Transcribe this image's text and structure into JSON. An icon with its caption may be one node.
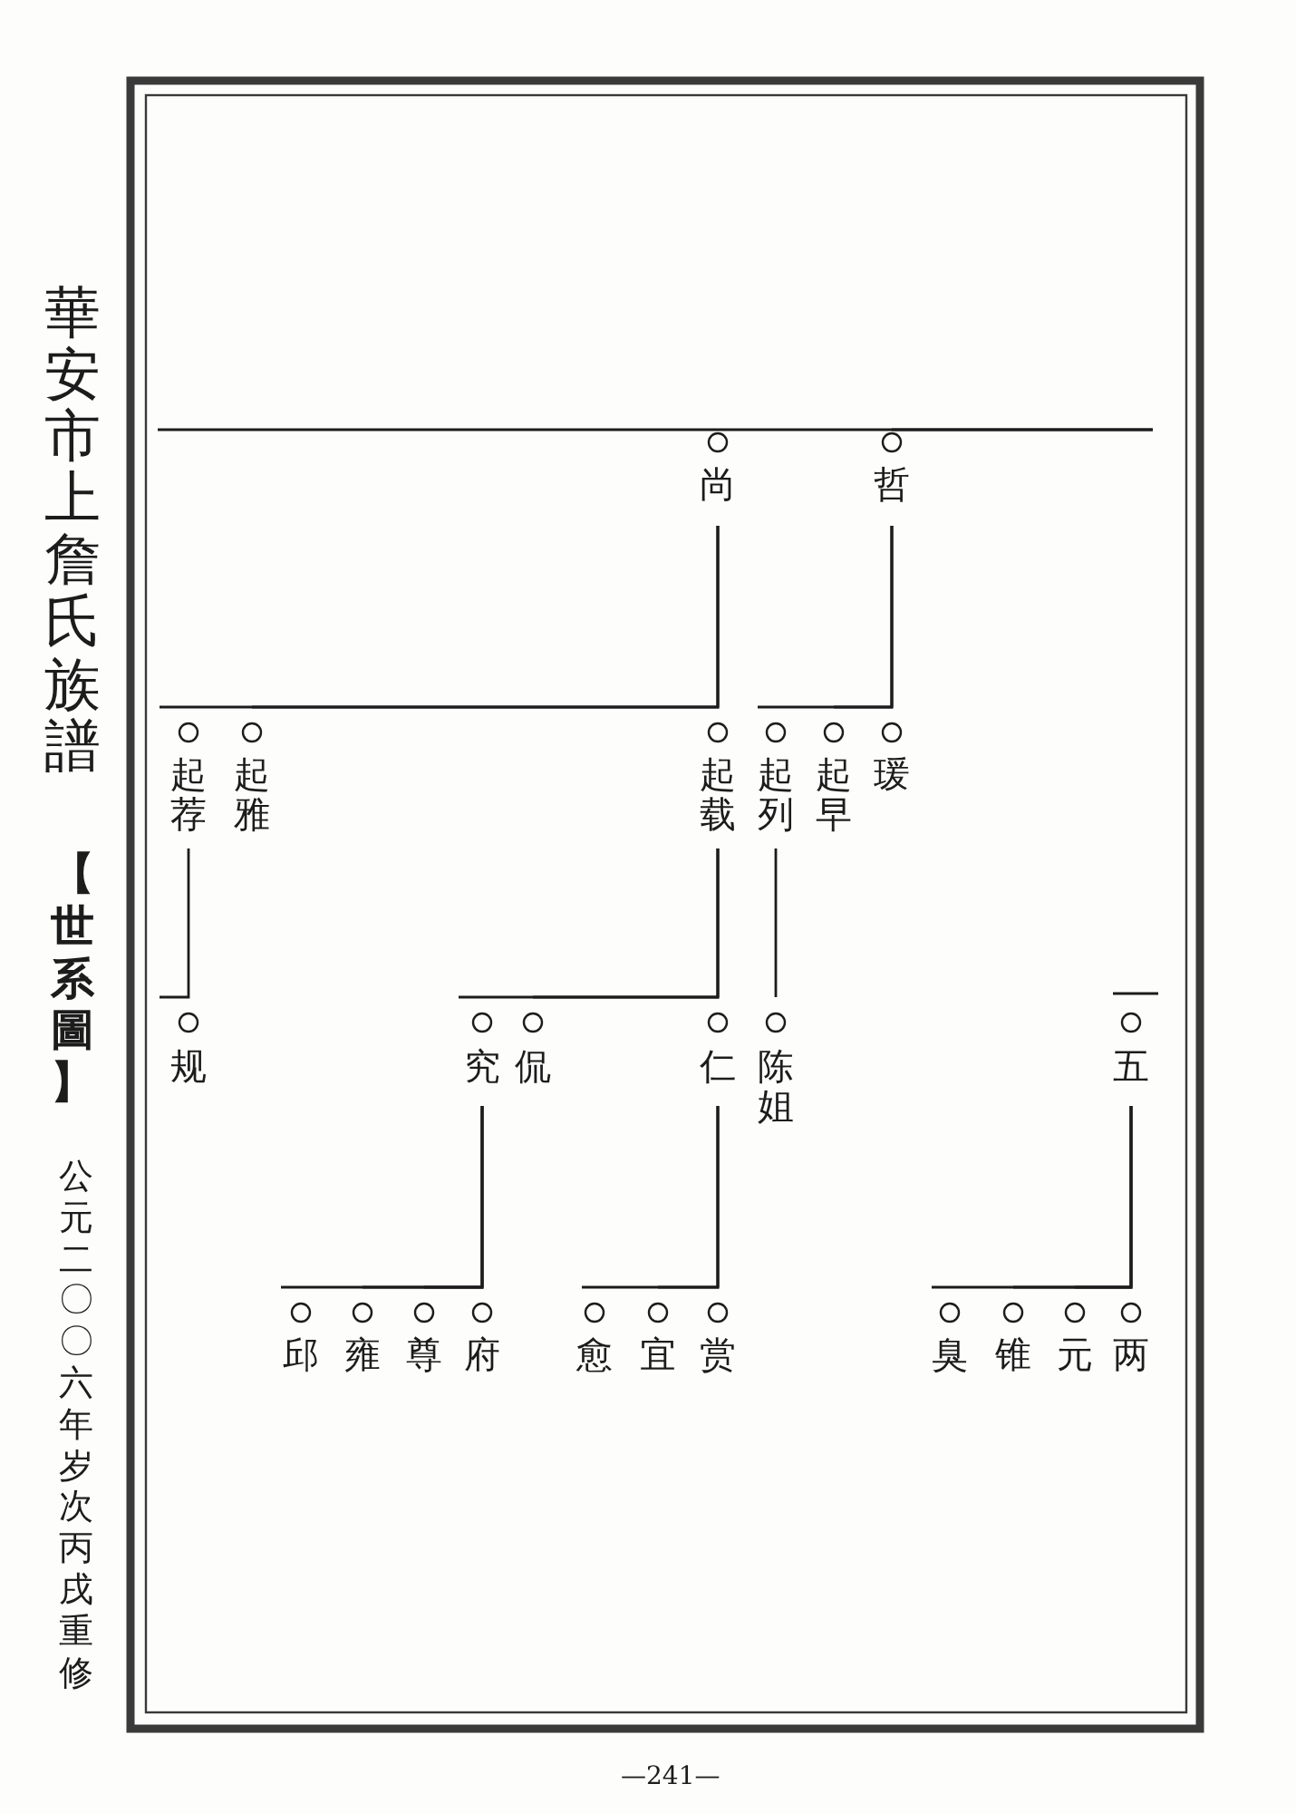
{
  "diagram": {
    "nodes": [
      {
        "text": [
          "尚"
        ]
      },
      {
        "text": [
          "哲"
        ]
      },
      {
        "text": [
          "起荐"
        ]
      },
      {
        "text": [
          "起雅"
        ]
      },
      {
        "text": [
          "起载"
        ]
      },
      {
        "text": [
          "起列"
        ]
      },
      {
        "text": [
          "起早"
        ]
      },
      {
        "text": [
          "瑗"
        ]
      },
      {
        "text": [
          "规"
        ]
      },
      {
        "text": [
          "究"
        ]
      },
      {
        "text": [
          "侃"
        ]
      },
      {
        "text": [
          "仁"
        ]
      },
      {
        "text": [
          "陈姐"
        ]
      },
      {
        "text": [
          "五"
        ]
      },
      {
        "text": [
          "邱"
        ]
      },
      {
        "text": [
          "雍"
        ]
      },
      {
        "text": [
          "尊"
        ]
      },
      {
        "text": [
          "府"
        ]
      },
      {
        "text": [
          "愈"
        ]
      },
      {
        "text": [
          "宜"
        ]
      },
      {
        "text": [
          "赏"
        ]
      },
      {
        "text": [
          "臭"
        ]
      },
      {
        "text": [
          "锥"
        ]
      },
      {
        "text": [
          "元"
        ]
      },
      {
        "text": [
          "两"
        ]
      }
    ],
    "edges": [
      {
        "from": null,
        "to": 0,
        "arrow": "none"
      },
      {
        "from": null,
        "to": 1,
        "arrow": "none"
      },
      {
        "from": 0,
        "to": 2,
        "arrow": "none"
      },
      {
        "from": 0,
        "to": 3,
        "arrow": "none"
      },
      {
        "from": 0,
        "to": 4,
        "arrow": "none"
      },
      {
        "from": 1,
        "to": 5,
        "arrow": "none"
      },
      {
        "from": 1,
        "to": 6,
        "arrow": "none"
      },
      {
        "from": 1,
        "to": 7,
        "arrow": "none"
      },
      {
        "from": 2,
        "to": 8,
        "arrow": "none"
      },
      {
        "from": 4,
        "to": 9,
        "arrow": "none"
      },
      {
        "from": 4,
        "to": 10,
        "arrow": "none"
      },
      {
        "from": 4,
        "to": 11,
        "arrow": "none"
      },
      {
        "from": 5,
        "to": 12,
        "arrow": "none"
      },
      {
        "from": null,
        "to": 13,
        "arrow": "none"
      },
      {
        "from": 9,
        "to": 14,
        "arrow": "none"
      },
      {
        "from": 9,
        "to": 15,
        "arrow": "none"
      },
      {
        "from": 9,
        "to": 16,
        "arrow": "none"
      },
      {
        "from": 9,
        "to": 17,
        "arrow": "none"
      },
      {
        "from": 11,
        "to": 18,
        "arrow": "none"
      },
      {
        "from": 11,
        "to": 19,
        "arrow": "none"
      },
      {
        "from": 11,
        "to": 20,
        "arrow": "none"
      },
      {
        "from": 13,
        "to": 21,
        "arrow": "none"
      },
      {
        "from": 13,
        "to": 22,
        "arrow": "none"
      },
      {
        "from": 13,
        "to": 23,
        "arrow": "none"
      },
      {
        "from": 13,
        "to": 24,
        "arrow": "none"
      }
    ],
    "labels": [
      "華安市上詹氏族譜",
      "【世系圖】",
      "公元二〇〇六年岁次丙戌重修",
      "—241—"
    ]
  }
}
